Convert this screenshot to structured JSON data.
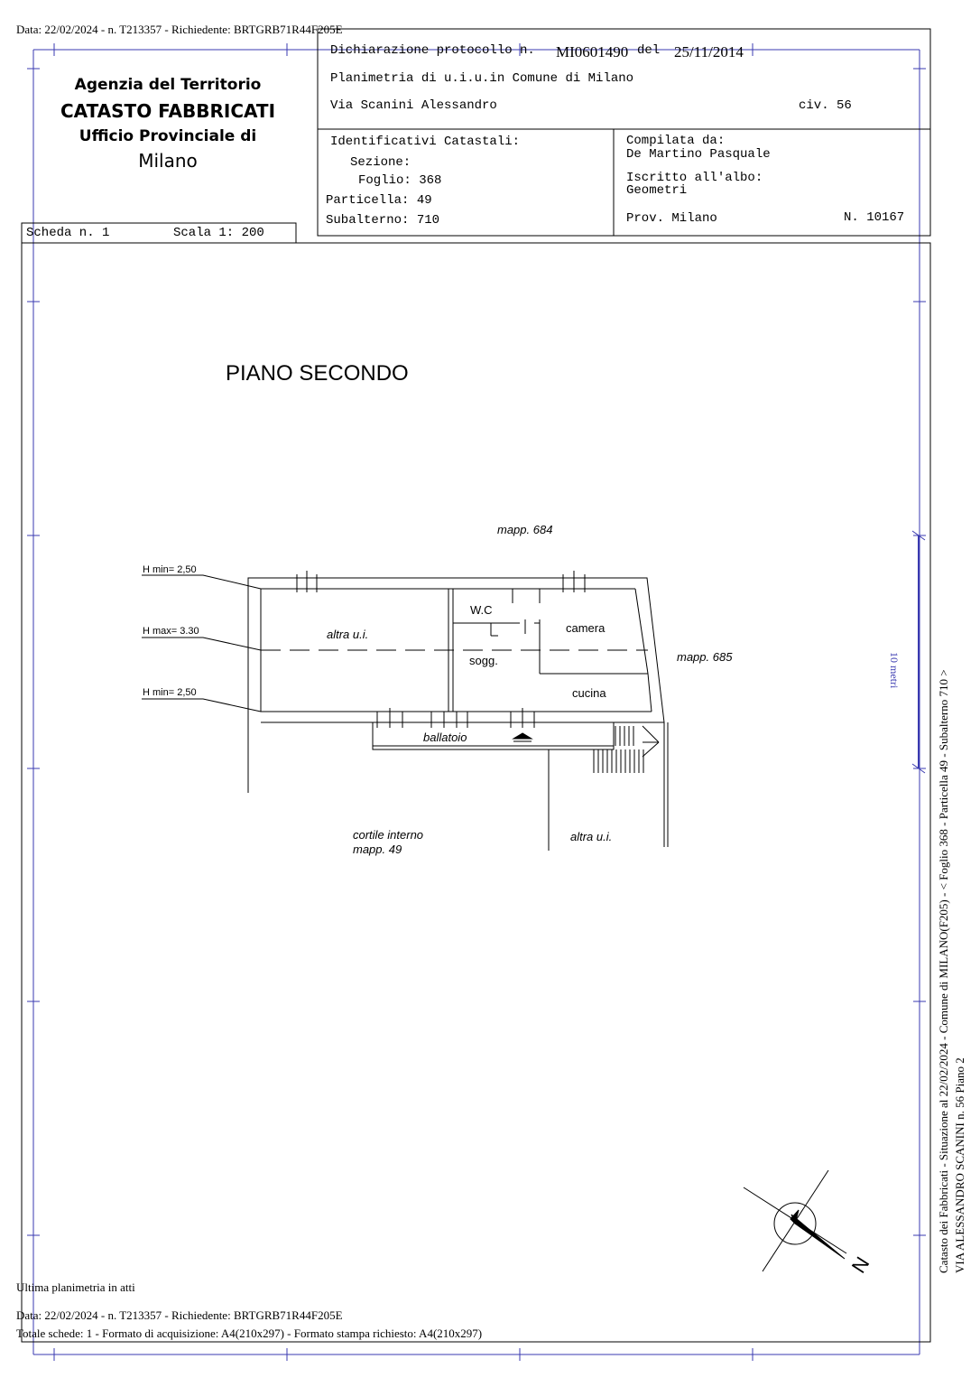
{
  "top_line": "Data: 22/02/2024 - n. T213357 - Richiedente: BRTGRB71R44F205E",
  "agency": {
    "line1": "Agenzia del Territorio",
    "line2": "CATASTO FABBRICATI",
    "line3": "Ufficio Provinciale di",
    "line4": "Milano"
  },
  "declaration": {
    "label": "Dichiarazione protocollo n.",
    "number": "MI0601490",
    "del_label": "del",
    "date": "25/11/2014",
    "plan_line": "Planimetria di u.i.u.in Comune di Milano",
    "street": "Via Scanini Alessandro",
    "civ": "civ. 56"
  },
  "identifiers": {
    "title": "Identificativi Catastali:",
    "sezione": "Sezione:",
    "foglio": "Foglio: 368",
    "particella": "Particella: 49",
    "subalterno": "Subalterno: 710"
  },
  "compiler": {
    "label": "Compilata da:",
    "name": "De Martino Pasquale",
    "albo_label": "Iscritto all'albo:",
    "albo": "Geometri",
    "prov": "Prov. Milano",
    "number": "N. 10167"
  },
  "scheda": {
    "label": "Scheda n. 1",
    "scale": "Scala 1: 200"
  },
  "plan": {
    "floor_title": "PIANO SECONDO",
    "mapp_top": "mapp. 684",
    "mapp_right": "mapp. 685",
    "h_min_top": "H min= 2,50",
    "h_max": "H max= 3.30",
    "h_min_bottom": "H min= 2,50",
    "rooms": {
      "altra_ui": "altra u.i.",
      "wc": "W.C",
      "camera": "camera",
      "sogg": "sogg.",
      "cucina": "cucina",
      "ballatoio": "ballatoio",
      "cortile_1": "cortile interno",
      "cortile_2": "mapp. 49",
      "altra_ui_2": "altra u.i."
    },
    "scale_bar": "10 metri",
    "north": "N"
  },
  "side_text": {
    "line1": "Catasto dei Fabbricati - Situazione al 22/02/2024 - Comune di MILANO(F205) - < Foglio 368 - Particella 49 - Subalterno 710 >",
    "line2": "VIA ALESSANDRO SCANINI n. 56 Piano 2"
  },
  "footer": {
    "ultima": "Ultima planimetria in atti",
    "data": "Data: 22/02/2024 - n. T213357 - Richiedente: BRTGRB71R44F205E",
    "totale": "Totale schede: 1 - Formato di acquisizione: A4(210x297)  - Formato stampa richiesto: A4(210x297)"
  }
}
